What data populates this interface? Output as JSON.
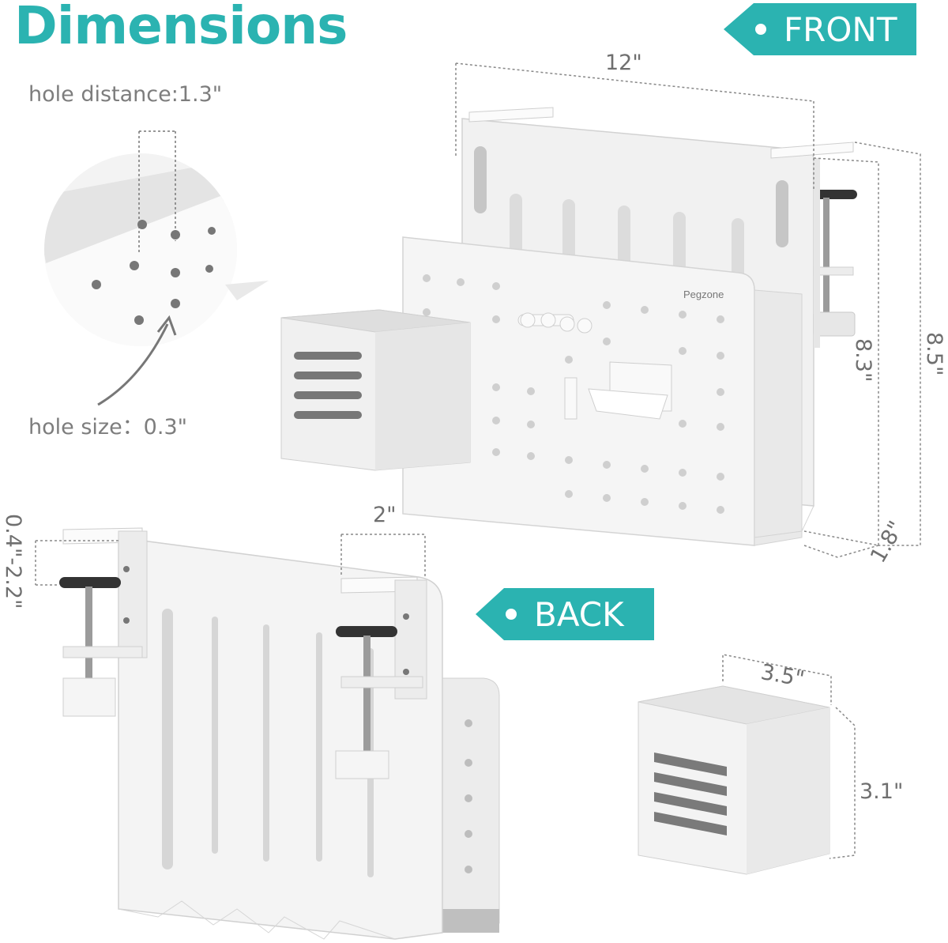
{
  "header": {
    "title": "Dimensions"
  },
  "tags": {
    "front": "FRONT",
    "back": "BACK"
  },
  "detail": {
    "hole_distance": "hole distance:1.3\"",
    "hole_size": "hole size：0.3\""
  },
  "front_dims": {
    "width": "12\"",
    "height_inner": "8.3\"",
    "height_outer": "8.5\"",
    "depth": "1.8\""
  },
  "back_dims": {
    "clamp_range": "0.4\"-2.2\"",
    "clamp_width": "2\""
  },
  "cup_dims": {
    "width": "3.5\"",
    "height": "3.1\""
  },
  "brand": "Pegzone",
  "colors": {
    "accent": "#2bb3b1",
    "product": "#f2f2f2",
    "label": "#7d7d7d"
  }
}
